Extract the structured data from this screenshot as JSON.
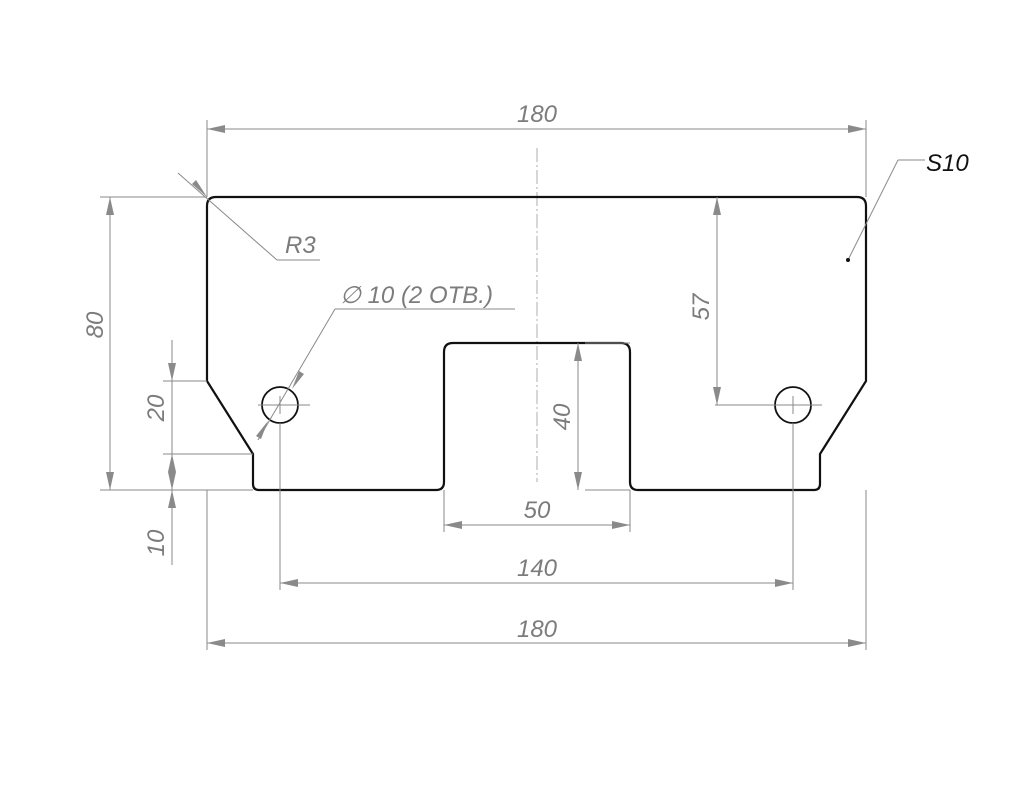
{
  "drawing": {
    "thickness_label": "S10",
    "radius_label": "R3",
    "hole_label": "∅ 10 (2 ОТВ.)",
    "dims": {
      "width_top": "180",
      "width_bottom": "180",
      "hole_spacing": "140",
      "slot_width": "50",
      "slot_depth": "40",
      "hole_height": "57",
      "height_total": "80",
      "chamfer_height": "20",
      "foot_height": "10"
    }
  }
}
